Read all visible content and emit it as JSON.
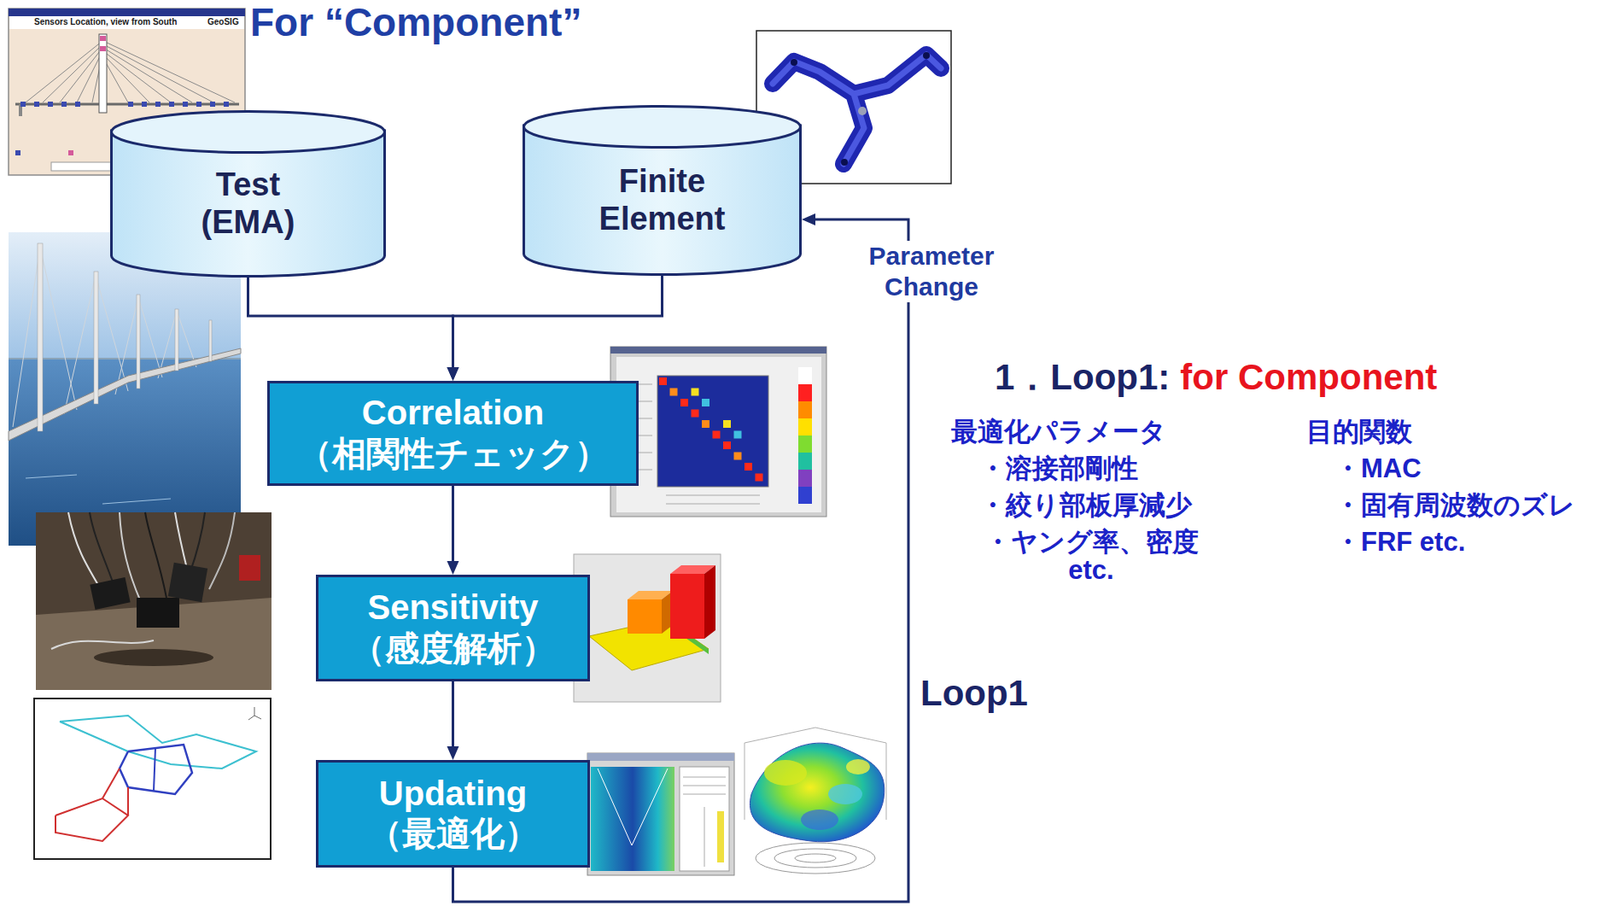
{
  "diagram": {
    "title": "For “Component”",
    "nodes": [
      {
        "text": [
          "Test (EMA)"
        ]
      },
      {
        "text": [
          "Finite Element"
        ]
      },
      {
        "text": [
          "Correlation",
          "（相関性チェック）"
        ]
      },
      {
        "text": [
          "Sensitivity",
          "（感度解析）"
        ]
      },
      {
        "text": [
          "Updating",
          "（最適化）"
        ]
      }
    ],
    "edges": [
      {
        "from": 0,
        "to": 2,
        "arrow": "to"
      },
      {
        "from": 1,
        "to": 2,
        "arrow": "to"
      },
      {
        "from": 2,
        "to": 3,
        "arrow": "to"
      },
      {
        "from": 3,
        "to": 4,
        "arrow": "to"
      },
      {
        "from": 4,
        "to": 1,
        "arrow": "to",
        "label": "Parameter Change"
      }
    ],
    "labels": [
      "Sensors Location, view from South",
      "GeoSIG",
      "1．Loop1:",
      "for Component",
      "最適化パラメータ",
      "・溶接部剛性",
      "・絞り部板厚減少",
      "・ヤング率、密度 etc.",
      "目的関数",
      "・MAC",
      "・固有周波数のズレ",
      "・FRF etc.",
      "Loop1"
    ]
  }
}
